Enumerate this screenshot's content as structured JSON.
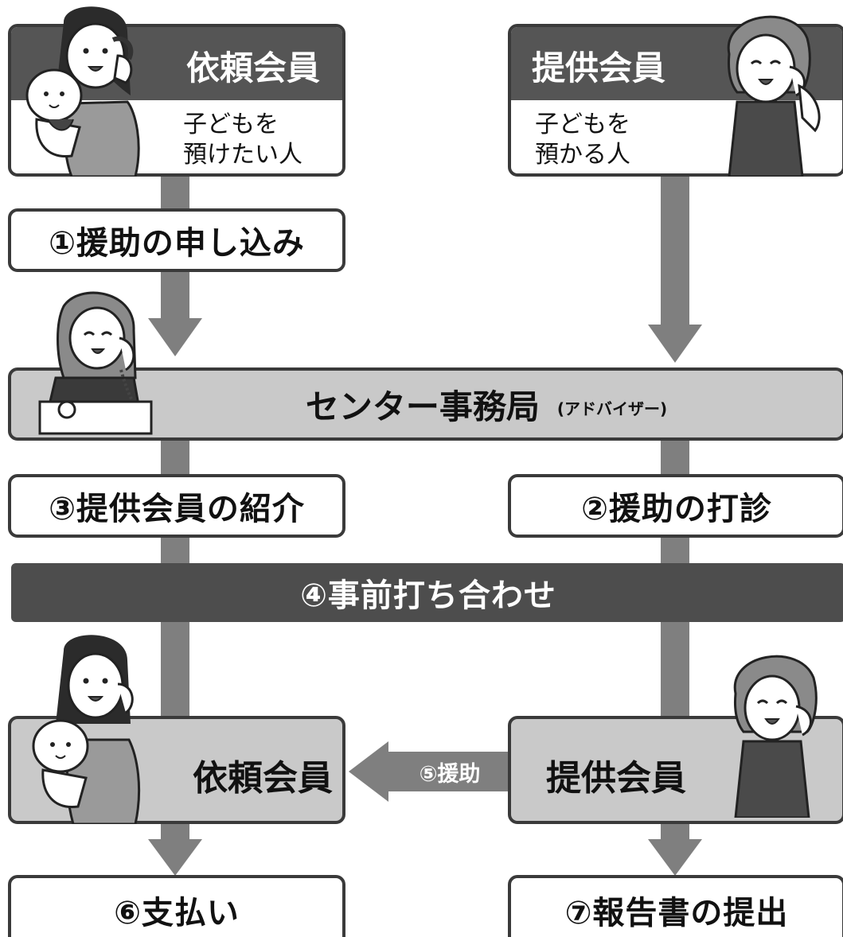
{
  "top_left": {
    "title": "依頼会員",
    "desc_line1": "子どもを",
    "desc_line2": "預けたい人",
    "illustration": "mother-with-baby-on-phone"
  },
  "top_right": {
    "title": "提供会員",
    "desc_line1": "子どもを",
    "desc_line2": "預かる人",
    "illustration": "older-woman-on-phone"
  },
  "steps": {
    "s1": "①援助の申し込み",
    "center_main": "センター事務局",
    "center_sub": "(アドバイザー)",
    "center_illustration": "office-worker-on-phone",
    "s3": "③提供会員の紹介",
    "s2": "②援助の打診",
    "s4": "④事前打ち合わせ",
    "bottom_left": "依頼会員",
    "bottom_right": "提供会員",
    "s5": "⑤援助",
    "s6": "⑥支払い",
    "s7": "⑦報告書の提出"
  },
  "colors": {
    "arrow": "#7f7f7f",
    "header": "#555555",
    "gray_box": "#c9c9c9",
    "dark_bar": "#4d4d4d"
  }
}
